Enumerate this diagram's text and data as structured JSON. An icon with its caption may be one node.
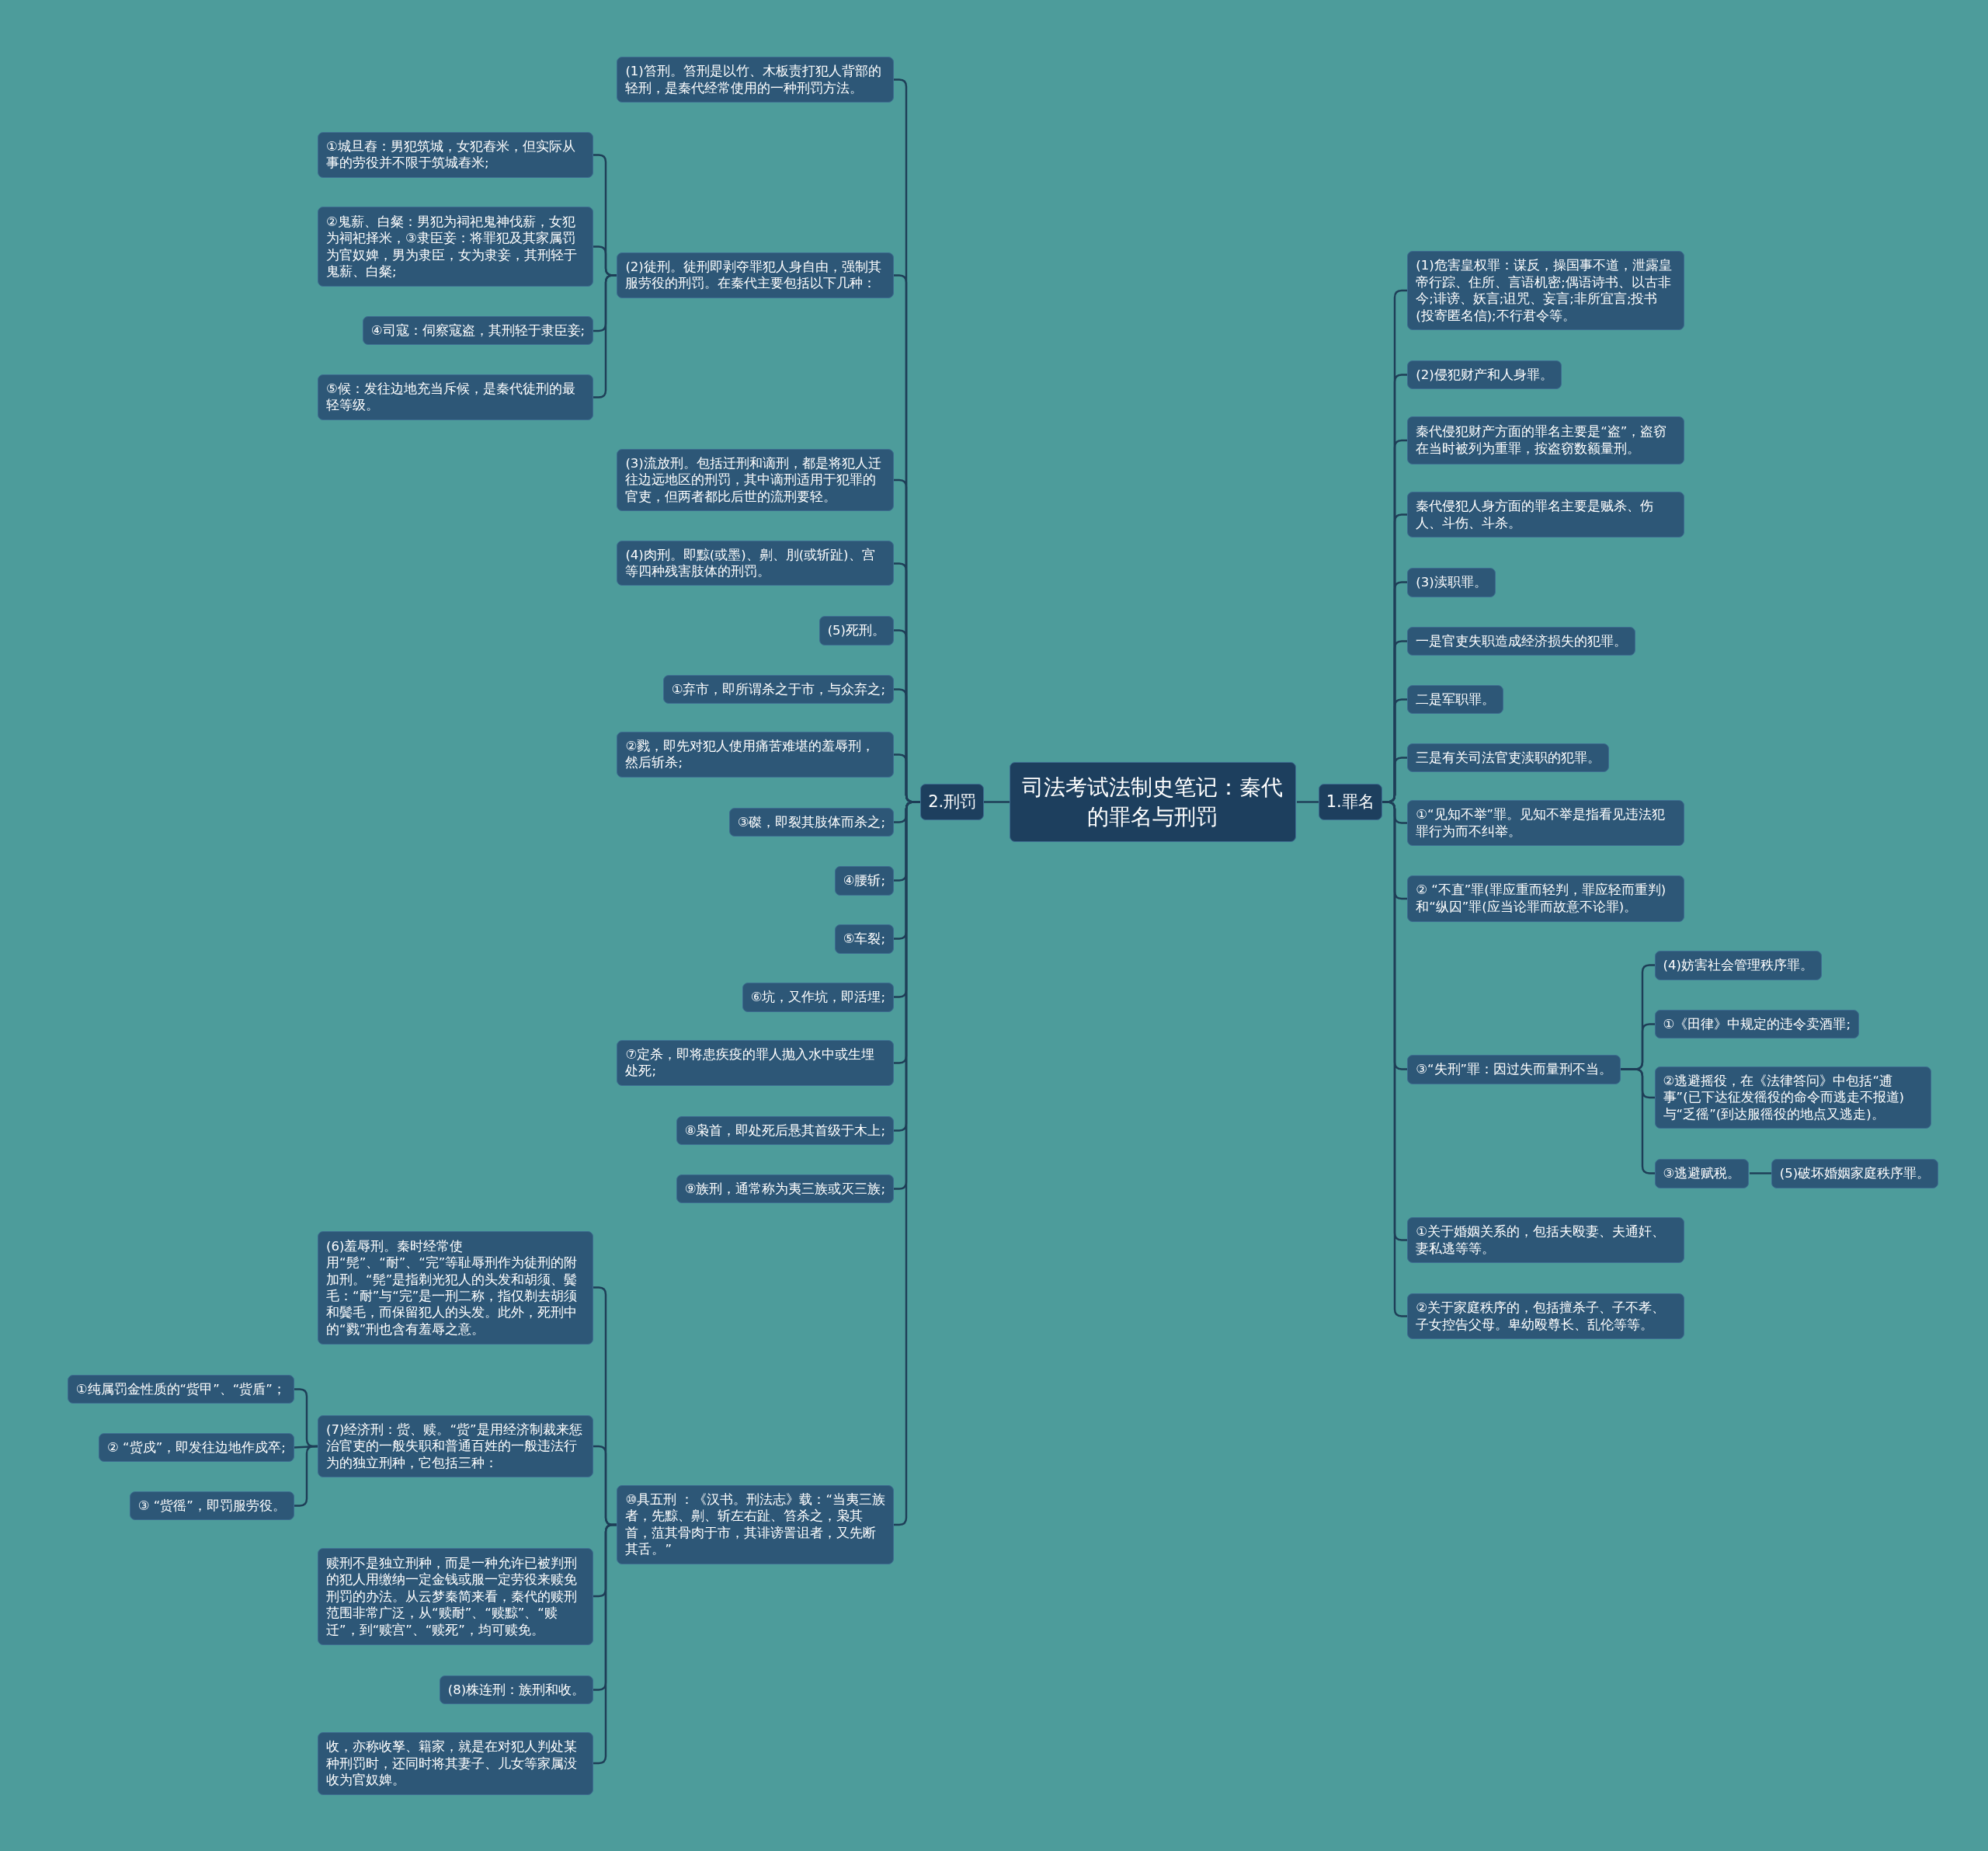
{
  "diagram": {
    "nodes": [
      {
        "text": [
          "司法考试法制史笔记：秦代的罪名与刑罚"
        ]
      },
      {
        "text": [
          "1.罪名"
        ]
      },
      {
        "text": [
          "2.刑罚"
        ]
      },
      {
        "text": [
          "(1)危害皇权罪：谋反，操国事不道，泄露皇帝行踪、住所、言语机密;偶语诗书、以古非今;诽谤、妖言;诅咒、妄言;非所宜言;投书(投寄匿名信);不行君令等。"
        ]
      },
      {
        "text": [
          "(2)侵犯财产和人身罪。"
        ]
      },
      {
        "text": [
          "秦代侵犯财产方面的罪名主要是“盗”，盗窃在当时被列为重罪，按盗窃数额量刑。"
        ]
      },
      {
        "text": [
          "秦代侵犯人身方面的罪名主要是贼杀、伤人、斗伤、斗杀。"
        ]
      },
      {
        "text": [
          "(3)渎职罪。"
        ]
      },
      {
        "text": [
          "一是官吏失职造成经济损失的犯罪。"
        ]
      },
      {
        "text": [
          "二是军职罪。"
        ]
      },
      {
        "text": [
          "三是有关司法官吏渎职的犯罪。"
        ]
      },
      {
        "text": [
          "①“见知不举”罪。见知不举是指看见违法犯罪行为而不纠举。"
        ]
      },
      {
        "text": [
          "② “不直”罪(罪应重而轻判，罪应轻而重判)和“纵囚”罪(应当论罪而故意不论罪)。"
        ]
      },
      {
        "text": [
          "③“失刑”罪：因过失而量刑不当。"
        ]
      },
      {
        "text": [
          "(4)妨害社会管理秩序罪。"
        ]
      },
      {
        "text": [
          "①《田律》中规定的违令卖酒罪;"
        ]
      },
      {
        "text": [
          "②逃避摇役，在《法律答问》中包括“逋事”(已下达征发徭役的命令而逃走不报道)与“乏徭”(到达服徭役的地点又逃走)。"
        ]
      },
      {
        "text": [
          "③逃避赋税。"
        ]
      },
      {
        "text": [
          "(5)破坏婚姻家庭秩序罪。"
        ]
      },
      {
        "text": [
          "①关于婚姻关系的，包括夫殴妻、夫通奸、妻私逃等等。"
        ]
      },
      {
        "text": [
          "②关于家庭秩序的，包括擅杀子、子不孝、子女控告父母。卑幼殴尊长、乱伦等等。"
        ]
      },
      {
        "text": [
          "(1)笞刑。笞刑是以竹、木板责打犯人背部的轻刑，是秦代经常使用的一种刑罚方法。"
        ]
      },
      {
        "text": [
          "(2)徒刑。徒刑即剥夺罪犯人身自由，强制其服劳役的刑罚。在秦代主要包括以下几种："
        ]
      },
      {
        "text": [
          "①城旦舂：男犯筑城，女犯舂米，但实际从事的劳役并不限于筑城舂米;"
        ]
      },
      {
        "text": [
          "②鬼薪、白粲：男犯为祠祀鬼神伐薪，女犯为祠祀择米，③隶臣妾：将罪犯及其家属罚为官奴婢，男为隶臣，女为隶妾，其刑轻于鬼薪、白粲;"
        ]
      },
      {
        "text": [
          "④司寇：伺察寇盗，其刑轻于隶臣妾;"
        ]
      },
      {
        "text": [
          "⑤候：发往边地充当斥候，是秦代徒刑的最轻等级。"
        ]
      },
      {
        "text": [
          "(3)流放刑。包括迁刑和谪刑，都是将犯人迁往边远地区的刑罚，其中谪刑适用于犯罪的官吏，但两者都比后世的流刑要轻。"
        ]
      },
      {
        "text": [
          "(4)肉刑。即黥(或墨)、劓、刖(或斩趾)、宫等四种残害肢体的刑罚。"
        ]
      },
      {
        "text": [
          "(5)死刑。"
        ]
      },
      {
        "text": [
          "①弃市，即所谓杀之于市，与众弃之;"
        ]
      },
      {
        "text": [
          "②戮，即先对犯人使用痛苦难堪的羞辱刑，然后斩杀;"
        ]
      },
      {
        "text": [
          "③磔，即裂其肢体而杀之;"
        ]
      },
      {
        "text": [
          "④腰斩;"
        ]
      },
      {
        "text": [
          "⑤车裂;"
        ]
      },
      {
        "text": [
          "⑥坑，又作坑，即活埋;"
        ]
      },
      {
        "text": [
          "⑦定杀，即将患疾疫的罪人抛入水中或生埋处死;"
        ]
      },
      {
        "text": [
          "⑧枭首，即处死后悬其首级于木上;"
        ]
      },
      {
        "text": [
          "⑨族刑，通常称为夷三族或灭三族;"
        ]
      },
      {
        "text": [
          "⑩具五刑 ：《汉书。刑法志》载：“当夷三族者，先黥、劓、斩左右趾、笞杀之，枭其首，菹其骨肉于市，其诽谤詈诅者，又先断其舌。”"
        ]
      },
      {
        "text": [
          "(6)羞辱刑。秦时经常使用“髡”、“耐”、“完”等耻辱刑作为徒刑的附加刑。“髡”是指剃光犯人的头发和胡须、鬓毛：“耐”与“完”是一刑二称，指仅剃去胡须和鬓毛，而保留犯人的头发。此外，死刑中的“戮”刑也含有羞辱之意。"
        ]
      },
      {
        "text": [
          "(7)经济刑：赀、赎。“赀”是用经济制裁来惩治官吏的一般失职和普通百姓的一般违法行为的独立刑种，它包括三种："
        ]
      },
      {
        "text": [
          "①纯属罚金性质的“赀甲”、“赀盾”；"
        ]
      },
      {
        "text": [
          "② “赀戍”，即发往边地作戍卒;"
        ]
      },
      {
        "text": [
          "③ “赀徭”，即罚服劳役。"
        ]
      },
      {
        "text": [
          "赎刑不是独立刑种，而是一种允许已被判刑的犯人用缴纳一定金钱或服一定劳役来赎免刑罚的办法。从云梦秦简来看，秦代的赎刑范围非常广泛，从“赎耐”、“赎黥”、“赎迁”，到“赎宫”、“赎死”，均可赎免。"
        ]
      },
      {
        "text": [
          "(8)株连刑：族刑和收。"
        ]
      },
      {
        "text": [
          "收，亦称收孥、籍家，就是在对犯人判处某种刑罚时，还同时将其妻子、儿女等家属没收为官奴婢。"
        ]
      }
    ],
    "edges": [
      {
        "from": 0,
        "to": 1,
        "arrow": "none"
      },
      {
        "from": 0,
        "to": 2,
        "arrow": "none"
      },
      {
        "from": 1,
        "to": 3,
        "arrow": "none"
      },
      {
        "from": 1,
        "to": 4,
        "arrow": "none"
      },
      {
        "from": 1,
        "to": 5,
        "arrow": "none"
      },
      {
        "from": 1,
        "to": 6,
        "arrow": "none"
      },
      {
        "from": 1,
        "to": 7,
        "arrow": "none"
      },
      {
        "from": 1,
        "to": 8,
        "arrow": "none"
      },
      {
        "from": 1,
        "to": 9,
        "arrow": "none"
      },
      {
        "from": 1,
        "to": 10,
        "arrow": "none"
      },
      {
        "from": 1,
        "to": 11,
        "arrow": "none"
      },
      {
        "from": 1,
        "to": 12,
        "arrow": "none"
      },
      {
        "from": 1,
        "to": 13,
        "arrow": "none"
      },
      {
        "from": 13,
        "to": 14,
        "arrow": "none"
      },
      {
        "from": 13,
        "to": 15,
        "arrow": "none"
      },
      {
        "from": 13,
        "to": 16,
        "arrow": "none"
      },
      {
        "from": 13,
        "to": 17,
        "arrow": "none"
      },
      {
        "from": 17,
        "to": 18,
        "arrow": "none"
      },
      {
        "from": 1,
        "to": 19,
        "arrow": "none"
      },
      {
        "from": 1,
        "to": 20,
        "arrow": "none"
      },
      {
        "from": 2,
        "to": 21,
        "arrow": "none"
      },
      {
        "from": 2,
        "to": 22,
        "arrow": "none"
      },
      {
        "from": 22,
        "to": 23,
        "arrow": "none"
      },
      {
        "from": 22,
        "to": 24,
        "arrow": "none"
      },
      {
        "from": 22,
        "to": 25,
        "arrow": "none"
      },
      {
        "from": 22,
        "to": 26,
        "arrow": "none"
      },
      {
        "from": 2,
        "to": 27,
        "arrow": "none"
      },
      {
        "from": 2,
        "to": 28,
        "arrow": "none"
      },
      {
        "from": 2,
        "to": 29,
        "arrow": "none"
      },
      {
        "from": 2,
        "to": 30,
        "arrow": "none"
      },
      {
        "from": 2,
        "to": 31,
        "arrow": "none"
      },
      {
        "from": 2,
        "to": 32,
        "arrow": "none"
      },
      {
        "from": 2,
        "to": 33,
        "arrow": "none"
      },
      {
        "from": 2,
        "to": 34,
        "arrow": "none"
      },
      {
        "from": 2,
        "to": 35,
        "arrow": "none"
      },
      {
        "from": 2,
        "to": 36,
        "arrow": "none"
      },
      {
        "from": 2,
        "to": 37,
        "arrow": "none"
      },
      {
        "from": 2,
        "to": 38,
        "arrow": "none"
      },
      {
        "from": 2,
        "to": 39,
        "arrow": "none"
      },
      {
        "from": 39,
        "to": 40,
        "arrow": "none"
      },
      {
        "from": 39,
        "to": 41,
        "arrow": "none"
      },
      {
        "from": 41,
        "to": 42,
        "arrow": "none"
      },
      {
        "from": 41,
        "to": 43,
        "arrow": "none"
      },
      {
        "from": 41,
        "to": 44,
        "arrow": "none"
      },
      {
        "from": 39,
        "to": 45,
        "arrow": "none"
      },
      {
        "from": 39,
        "to": 46,
        "arrow": "none"
      },
      {
        "from": 39,
        "to": 47,
        "arrow": "none"
      }
    ]
  }
}
